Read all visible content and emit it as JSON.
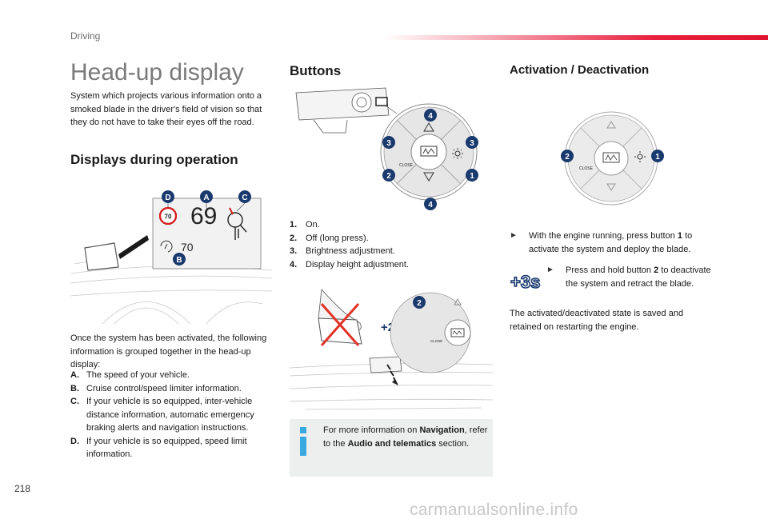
{
  "header": {
    "section": "Driving"
  },
  "left": {
    "title": "Head-up display",
    "intro": "System which projects various information onto a smoked blade in the driver's field of vision so that they do not have to take their eyes off the road.",
    "displays_heading": "Displays during operation",
    "figure": {
      "callouts": [
        "D",
        "A",
        "C",
        "B"
      ],
      "speed": "69",
      "limit_sign": "70",
      "cruise_speed": "70"
    },
    "info_intro": "Once the system has been activated, the following information is grouped together in the head-up display:",
    "info_items": [
      {
        "key": "A.",
        "text": "The speed of your vehicle."
      },
      {
        "key": "B.",
        "text": "Cruise control/speed limiter information."
      },
      {
        "key": "C.",
        "text": "If your vehicle is so equipped, inter-vehicle distance information, automatic emergency braking alerts and navigation instructions."
      },
      {
        "key": "D.",
        "text": "If your vehicle is so equipped, speed limit information."
      }
    ]
  },
  "middle": {
    "heading": "Buttons",
    "figure": {
      "numbers": [
        "4",
        "3",
        "3",
        "2",
        "1",
        "4"
      ],
      "close_label": "CLOSE"
    },
    "buttons_list": [
      {
        "key": "1.",
        "text": "On."
      },
      {
        "key": "2.",
        "text": "Off (long press)."
      },
      {
        "key": "3.",
        "text": "Brightness adjustment."
      },
      {
        "key": "4.",
        "text": "Display height adjustment."
      }
    ],
    "figure2": {
      "press_label": "+2s",
      "number": "2",
      "close_label": "CLOSE"
    },
    "info": {
      "pre": "For more information on ",
      "nav": "Navigation",
      "mid": ", refer to the ",
      "audio": "Audio and telematics",
      "post": " section."
    }
  },
  "right": {
    "heading": "Activation / Deactivation",
    "figure": {
      "numbers": [
        "2",
        "1"
      ],
      "close_label": "CLOSE"
    },
    "bullet1_pre": "With the engine running, press button ",
    "bullet1_num": "1",
    "bullet1_post": " to activate the system and deploy the blade.",
    "press_badge": "+3s",
    "bullet2_pre": "Press and hold button ",
    "bullet2_num": "2",
    "bullet2_post": " to deactivate the system and retract the blade.",
    "note": "The activated/deactivated state is saved and retained on restarting the engine."
  },
  "footer": {
    "page_number": "218",
    "watermark": "carmanualsonline.info"
  }
}
